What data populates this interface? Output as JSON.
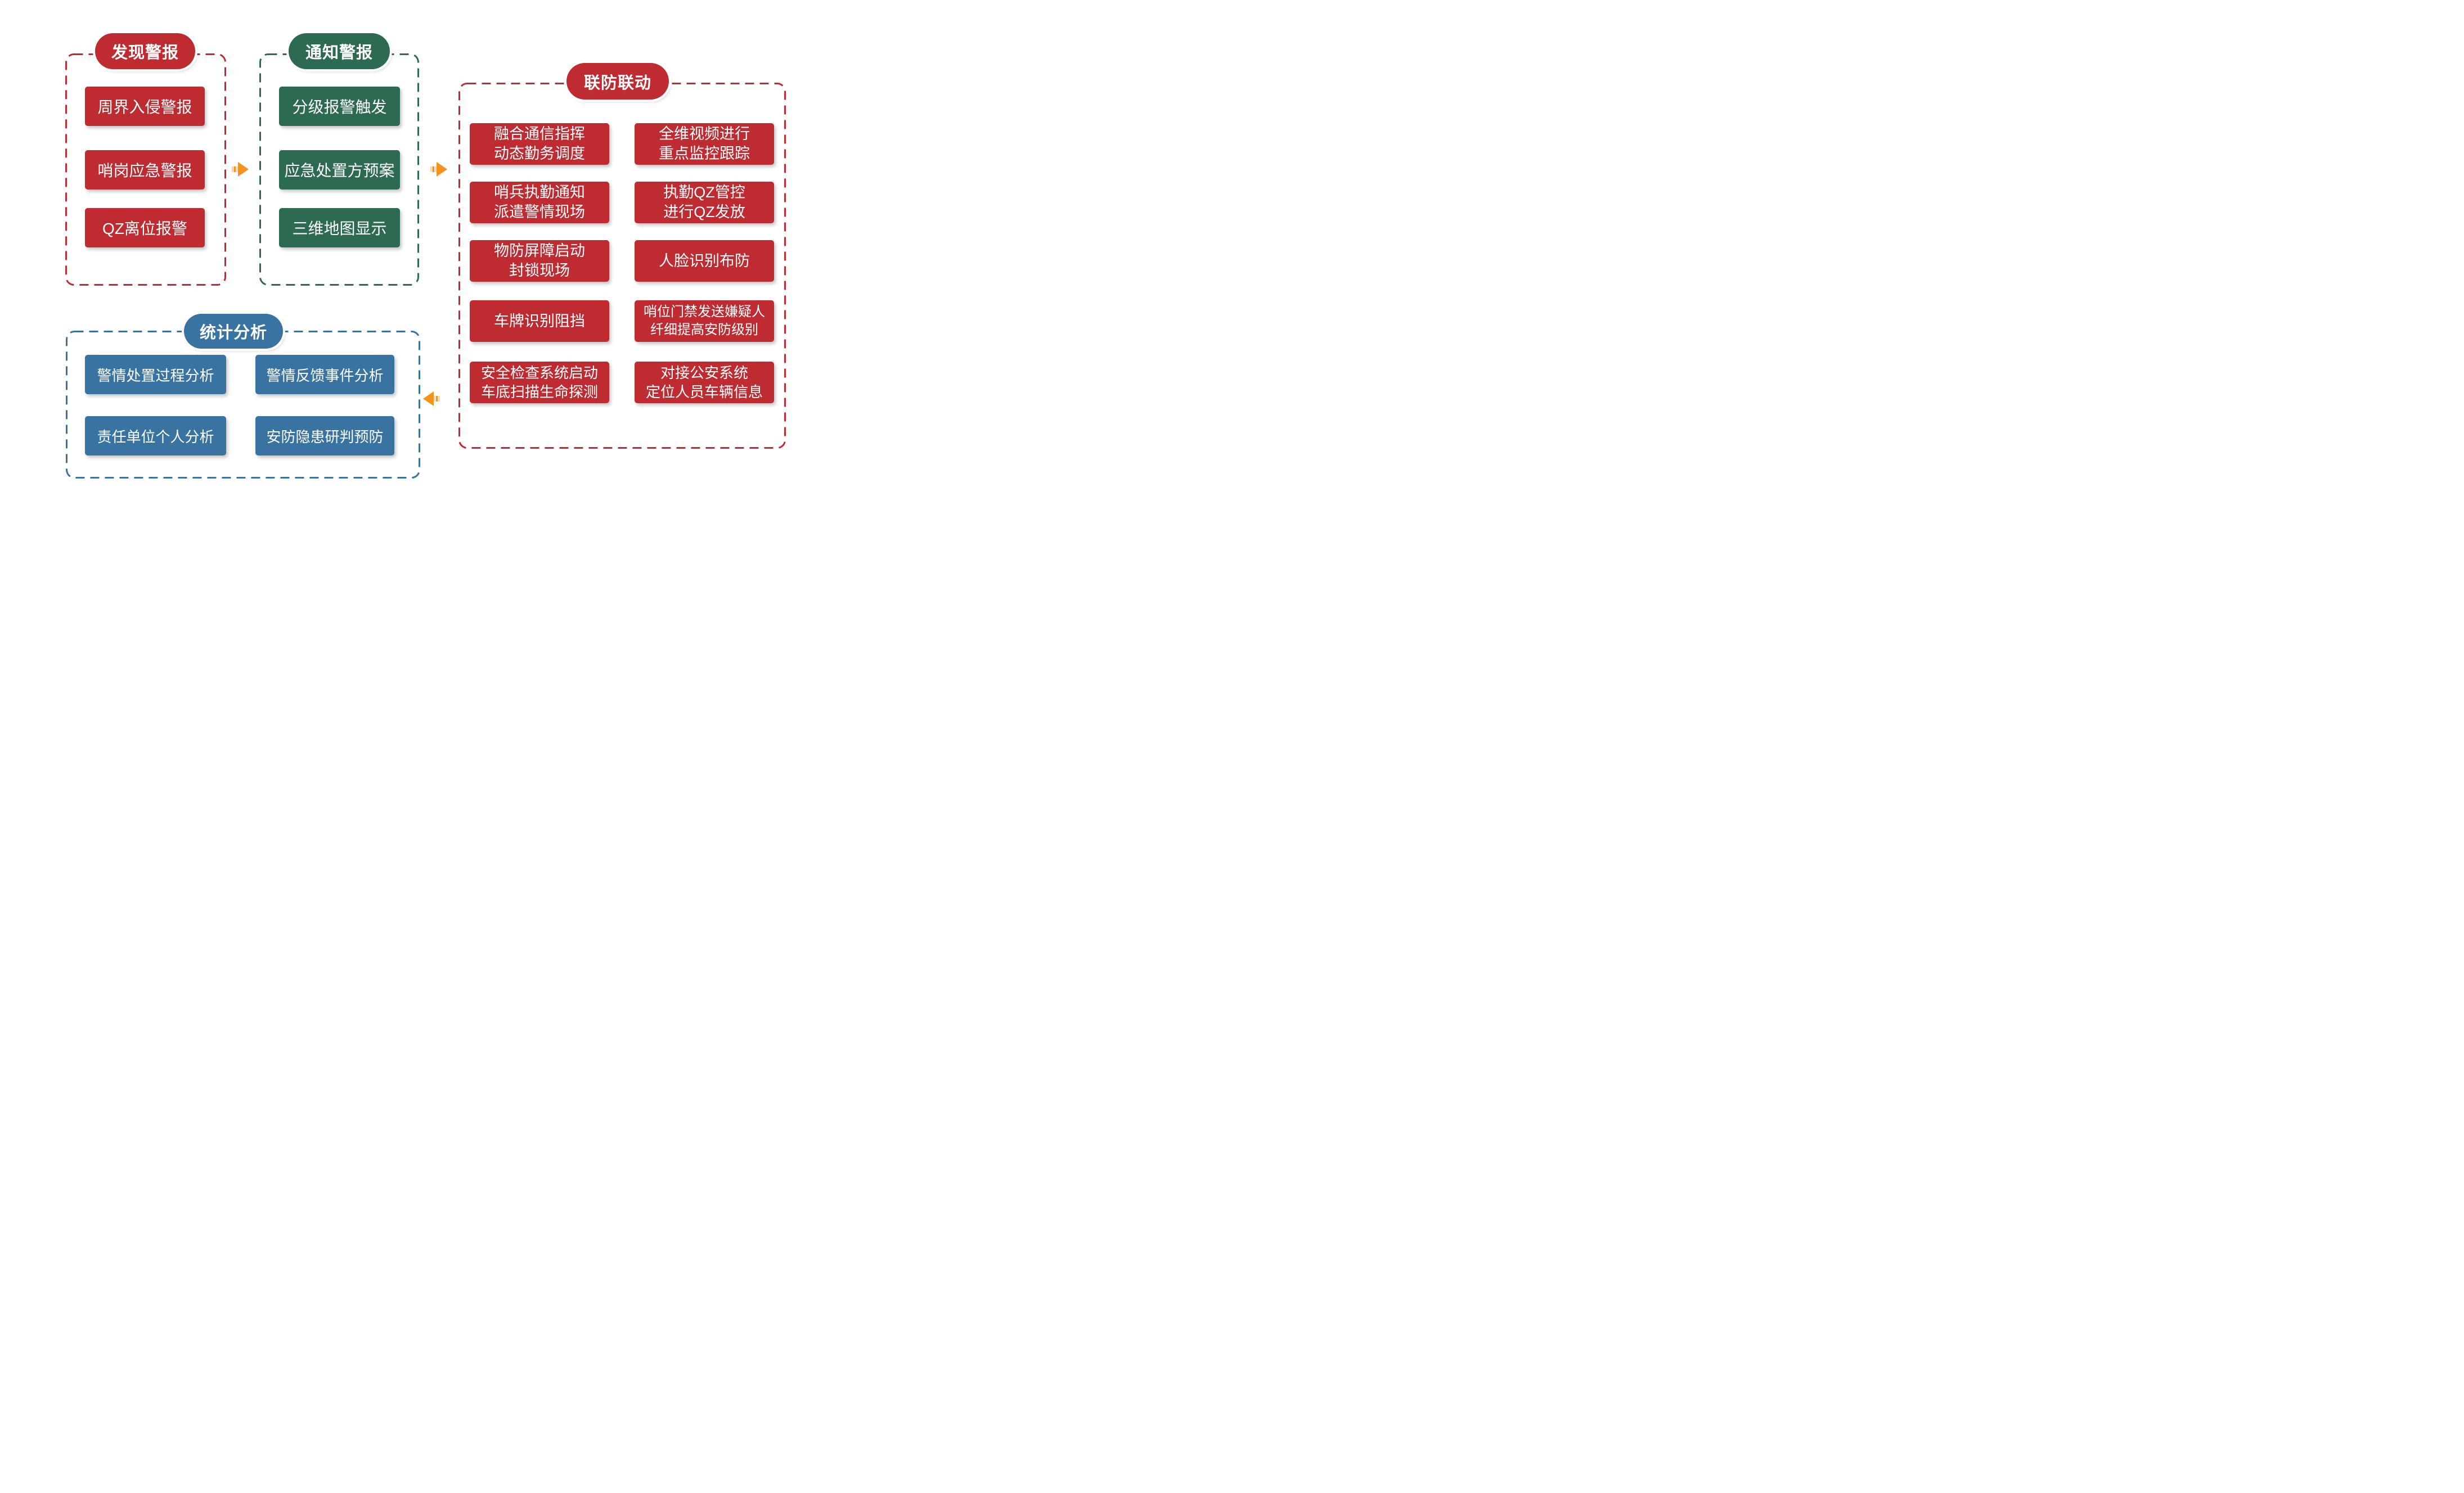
{
  "colors": {
    "red": "#BE2B31",
    "green": "#2C6A51",
    "blue": "#3973A1",
    "orange": "#F5921E",
    "orange_light": "#FBD3A0"
  },
  "icons": {
    "flow_arrow": "striped-tail-triangle-arrow"
  },
  "discover": {
    "title": "发现警报",
    "box1": "周界入侵警报",
    "box2": "哨岗应急警报",
    "box3": "QZ离位报警"
  },
  "notify": {
    "title": "通知警报",
    "box1": "分级报警触发",
    "box2": "应急处置方预案",
    "box3": "三维地图显示"
  },
  "linkage": {
    "title": "联防联动",
    "r1c1a": "融合通信指挥",
    "r1c1b": "动态勤务调度",
    "r1c2a": "全维视频进行",
    "r1c2b": "重点监控跟踪",
    "r2c1a": "哨兵执勤通知",
    "r2c1b": "派遣警情现场",
    "r2c2a": "执勤QZ管控",
    "r2c2b": "进行QZ发放",
    "r3c1a": "物防屏障启动",
    "r3c1b": "封锁现场",
    "r3c2a": "人脸识别布防",
    "r4c1a": "车牌识别阻挡",
    "r4c2a": "哨位门禁发送嫌疑人",
    "r4c2b": "纤细提高安防级别",
    "r5c1a": "安全检查系统启动",
    "r5c1b": "车底扫描生命探测",
    "r5c2a": "对接公安系统",
    "r5c2b": "定位人员车辆信息"
  },
  "stats": {
    "title": "统计分析",
    "box1": "警情处置过程分析",
    "box2": "警情反馈事件分析",
    "box3": "责任单位个人分析",
    "box4": "安防隐患研判预防"
  }
}
